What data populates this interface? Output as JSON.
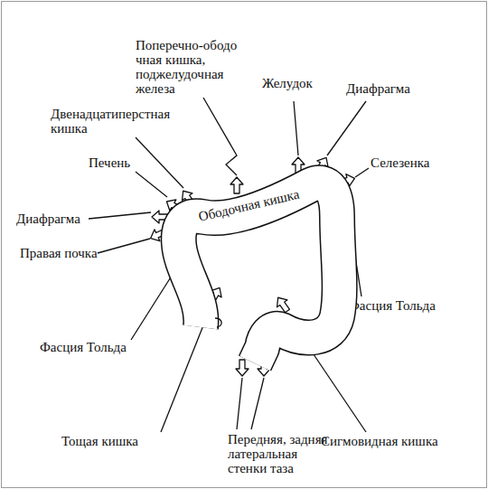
{
  "diagram": {
    "nodes": [
      {
        "text": [
          "Ободочная кишка"
        ]
      }
    ],
    "labels": [
      "Поперечно-ободо чная кишка, поджелудочная железа",
      "Желудок",
      "Диафрагма",
      "Двенадцатиперстная кишка",
      "Селезенка",
      "Печень",
      "Диафрагма",
      "Правая почка",
      "Фасция Тольда",
      "Фасция Тольда",
      "Тощая кишка",
      "Передняя, задняя латеральная стенки таза",
      "Сигмовидная кишка"
    ]
  }
}
